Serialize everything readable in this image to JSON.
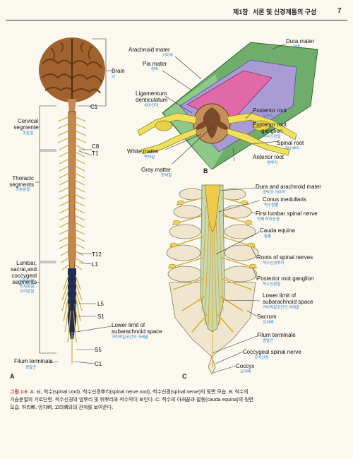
{
  "header": {
    "chapter": "제1장",
    "title": "서론 및 신경계통의 구성",
    "page_number": "7"
  },
  "panel_a": {
    "letter": "A",
    "brain": {
      "en": "Brain",
      "ko": "뇌"
    },
    "c1_top": "C1",
    "cervical": {
      "en": "Cervical segments",
      "ko": "목분절"
    },
    "c8": "C8",
    "t1": "T1",
    "thoracic": {
      "en": "Thoracic segments",
      "ko": "가슴분절"
    },
    "t12": "T12",
    "lumbar": {
      "en": "Lumbar, sacral,and coccygeal segments",
      "ko1": "허리분절,",
      "ko2": "엉치분절,",
      "ko3": "꼬리분절"
    },
    "l1": "L1",
    "l5": "L5",
    "s1": "S1",
    "s5": "S5",
    "c1_bottom": "C1",
    "lower_limit": {
      "en1": "Lower limit of",
      "en2": "subarachnoid space",
      "ko": "거미막밑공간의 아래끝"
    },
    "filum": {
      "en": "Filum terminale",
      "ko": "종말끈"
    }
  },
  "panel_b": {
    "letter": "B",
    "arachnoid": {
      "en": "Arachnoid mater",
      "ko": "거미막"
    },
    "dura": {
      "en": "Dura mater",
      "ko": "경막"
    },
    "pia": {
      "en": "Pia mater",
      "ko": "연막"
    },
    "ligamentum": {
      "en1": "Ligamentum",
      "en2": "denticulatum",
      "ko": "치아인대"
    },
    "posterior_root": {
      "en": "Posterior root",
      "ko": "뒤뿌리"
    },
    "posterior_ganglion": {
      "en1": "Posterior root",
      "en2": "ganglion",
      "ko": "척수신경절"
    },
    "spinal_root": {
      "en": "Spinal root",
      "ko": "척수뿌리"
    },
    "white_matter": {
      "en": "White matter",
      "ko": "백색질"
    },
    "anterior_root": {
      "en": "Anterior root",
      "ko": "앞뿌리"
    },
    "gray_matter": {
      "en": "Gray matter",
      "ko": "회색질"
    }
  },
  "panel_c": {
    "letter": "C",
    "dura_arachnoid": {
      "en": "Dura and arachnoid mater",
      "ko": "경막과 거미막"
    },
    "conus": {
      "en": "Conus medullaris",
      "ko": "척수원뿔"
    },
    "first_lumbar": {
      "en": "First lumbar spinal nerve",
      "ko": "첫째 허리신경"
    },
    "cauda": {
      "en": "Cauda equina",
      "ko": "말총"
    },
    "roots": {
      "en": "Roots of spinal nerves",
      "ko": "척수신경뿌리"
    },
    "ganglion": {
      "en": "Posterior root ganglion",
      "ko": "척수신경절"
    },
    "lower_limit": {
      "en1": "Lower limit of",
      "en2": "subarachnoid space",
      "ko": "거미막밑공간의 아래끝"
    },
    "sacrum": {
      "en": "Sacrum",
      "ko": "엉치뼈"
    },
    "filum": {
      "en": "Filum terminale",
      "ko": "종말끈"
    },
    "coccygeal": {
      "en": "Coccygeal spinal nerve",
      "ko": "꼬리신경"
    },
    "coccyx": {
      "en": "Coccyx",
      "ko": "꼬리뼈"
    }
  },
  "caption": {
    "label": "그림 1-6",
    "line1": "A: 뇌, 척수(spinal cord), 척수신경뿌리(spinal nerve root), 척수신경(spinal nerve)의 뒷면 모습.  B: 척수의",
    "line2": "가슴분절의 가로단면. 척수신경의 앞뿌리 및 뒤뿌리와 척수막이 보인다.  C: 척수의 아래끝과 말총(cauda equina)의 뒷면",
    "line3": "모습. 허리뼈, 엉치뼈, 꼬리뼈와의 관계를 보여준다."
  }
}
